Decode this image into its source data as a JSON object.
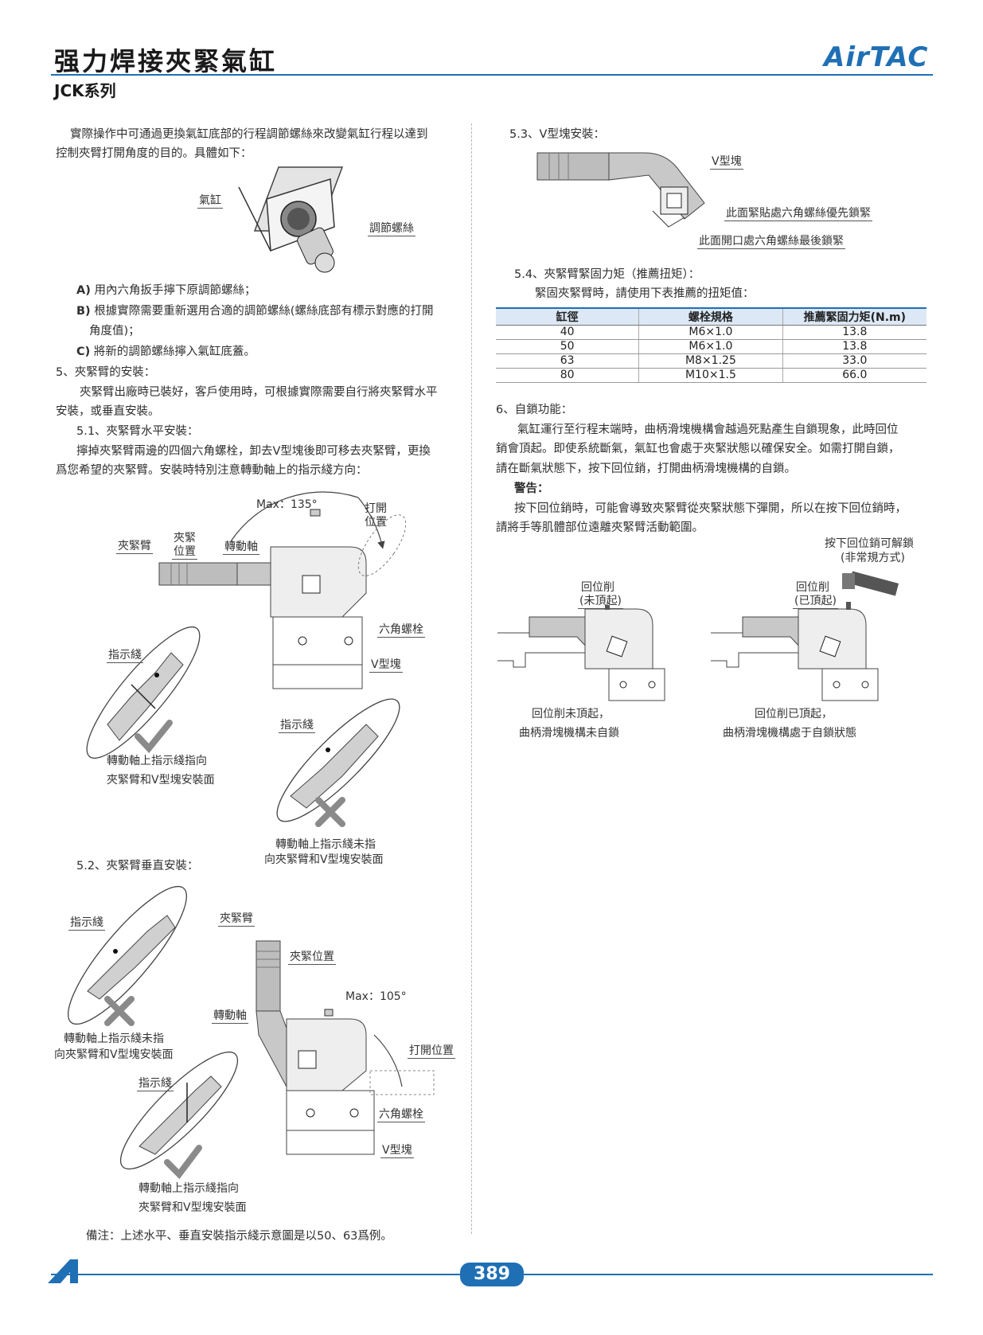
{
  "header": {
    "title": "强力焊接夾緊氣缸",
    "series": "JCK系列",
    "logo": "AirTAC"
  },
  "left": {
    "intro_line1": "實際操作中可通過更換氣缸底部的行程調節螺絲來改變氣缸行程以達到",
    "intro_line2": "控制夾臂打開角度的目的。具體如下：",
    "fig1": {
      "cylinder": "氣缸",
      "screw": "調節螺絲"
    },
    "steps": {
      "a_key": "A)",
      "a": "用內六角扳手擰下原調節螺絲；",
      "b_key": "B)",
      "b1": "根據實際需要重新選用合適的調節螺絲(螺絲底部有標示對應的打開",
      "b2": "角度值)；",
      "c_key": "C)",
      "c": "將新的調節螺絲擰入氣缸底蓋。"
    },
    "s5_title": "5、夾緊臂的安裝：",
    "s5_l1": "夾緊臂出廠時已裝好，客戶使用時，可根據實際需要自行將夾緊臂水平",
    "s5_l2": "安裝，或垂直安裝。",
    "s51_title": "5.1、夾緊臂水平安裝：",
    "s51_l1": "擰掉夾緊臂兩邊的四個六角螺栓，卸去V型塊後即可移去夾緊臂，更換",
    "s51_l2": "爲您希望的夾緊臂。安裝時特別注意轉動軸上的指示綫方向：",
    "fig2": {
      "max": "Max：135°",
      "open1": "打開",
      "open2": "位置",
      "arm": "夾緊臂",
      "clamp1": "夾緊",
      "clamp2": "位置",
      "shaft": "轉動軸",
      "bolt": "六角螺栓",
      "vblock": "V型塊",
      "indicator": "指示綫",
      "indicator2": "指示綫",
      "ok1": "轉動軸上指示綫指向",
      "ok2": "夾緊臂和V型塊安裝面",
      "ng1": "轉動軸上指示綫未指",
      "ng2": "向夾緊臂和V型塊安裝面"
    },
    "s52_title": "5.2、夾緊臂垂直安裝：",
    "fig3": {
      "indicator": "指示綫",
      "ng1": "轉動軸上指示綫未指",
      "ng2": "向夾緊臂和V型塊安裝面",
      "indicator2": "指示綫",
      "ok1": "轉動軸上指示綫指向",
      "ok2": "夾緊臂和V型塊安裝面",
      "arm": "夾緊臂",
      "clamp": "夾緊位置",
      "max": "Max：105°",
      "shaft": "轉動軸",
      "open": "打開位置",
      "bolt": "六角螺栓",
      "vblock": "V型塊"
    },
    "note": "備注：上述水平、垂直安裝指示綫示意圖是以50、63爲例。"
  },
  "right": {
    "s53_title": "5.3、V型塊安裝：",
    "fig4": {
      "vblock": "V型塊",
      "first": "此面緊貼處六角螺絲優先鎖緊",
      "last": "此面開口處六角螺絲最後鎖緊"
    },
    "s54_title": "5.4、夾緊臂緊固力矩（推薦扭矩）：",
    "s54_text": "緊固夾緊臂時，請使用下表推薦的扭矩值：",
    "table": {
      "headers": [
        "缸徑",
        "螺栓規格",
        "推薦緊固力矩(N.m)"
      ],
      "rows": [
        [
          "40",
          "M6×1.0",
          "13.8"
        ],
        [
          "50",
          "M6×1.0",
          "13.8"
        ],
        [
          "63",
          "M8×1.25",
          "33.0"
        ],
        [
          "80",
          "M10×1.5",
          "66.0"
        ]
      ]
    },
    "s6_title": "6、自鎖功能：",
    "s6_l1": "氣缸運行至行程末端時，曲柄滑塊機構會越過死點產生自鎖現象，此時回位",
    "s6_l2": "銷會頂起。即使系統斷氣，氣缸也會處于夾緊狀態以確保安全。如需打開自鎖，",
    "s6_l3": "請在斷氣狀態下，按下回位銷，打開曲柄滑塊機構的自鎖。",
    "warn_title": "警告：",
    "warn_l1": "按下回位銷時，可能會導致夾緊臂從夾緊狀態下彈開，所以在按下回位銷時，",
    "warn_l2": "請將手等肌體部位遠離夾緊臂活動範圍。",
    "fig5": {
      "press1": "按下回位銷可解鎖",
      "press2": "(非常規方式)",
      "pinA1": "回位削",
      "pinA2": "(未頂起)",
      "pinB1": "回位削",
      "pinB2": "(已頂起)",
      "capA1": "回位削未頂起，",
      "capA2": "曲柄滑塊機構未自鎖",
      "capB1": "回位削已頂起，",
      "capB2": "曲柄滑塊機構處于自鎖狀態"
    }
  },
  "footer": {
    "page": "389"
  }
}
